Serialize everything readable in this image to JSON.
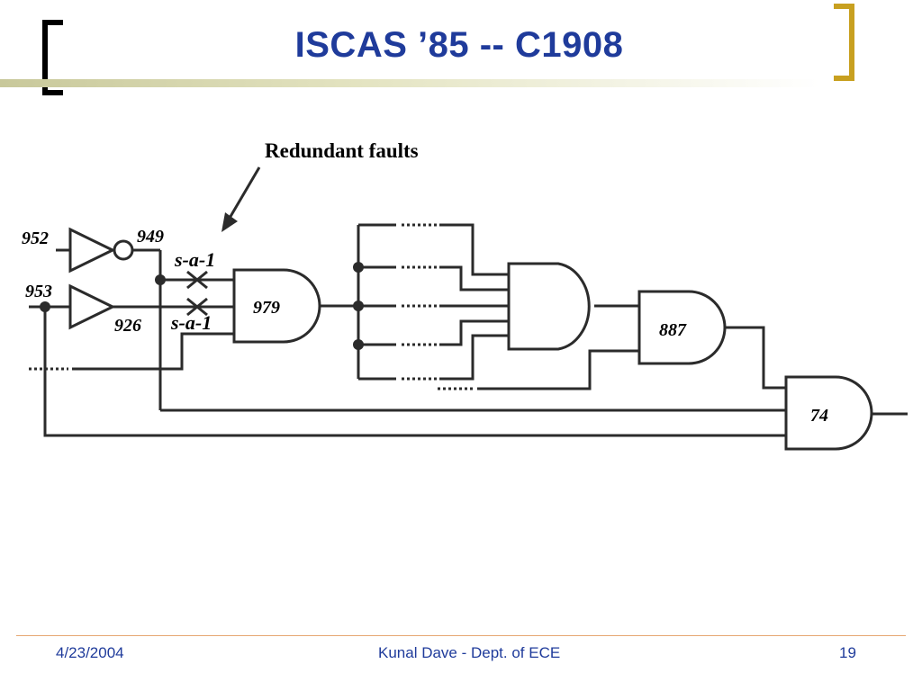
{
  "slide": {
    "title": "ISCAS ’85 -- C1908",
    "accent_color": "#1f3b9b",
    "bracket_left_color": "#000000",
    "bracket_right_color": "#c8a020"
  },
  "diagram": {
    "annotation": "Redundant faults",
    "fault_labels": [
      "s-a-1",
      "s-a-1"
    ],
    "gate_labels": {
      "g979": "979",
      "g887": "887",
      "g74": "74"
    },
    "net_labels": {
      "n952": "952",
      "n949": "949",
      "n953": "953",
      "n926": "926"
    }
  },
  "footer": {
    "date": "4/23/2004",
    "author": "Kunal Dave - Dept. of ECE",
    "page": "19"
  }
}
